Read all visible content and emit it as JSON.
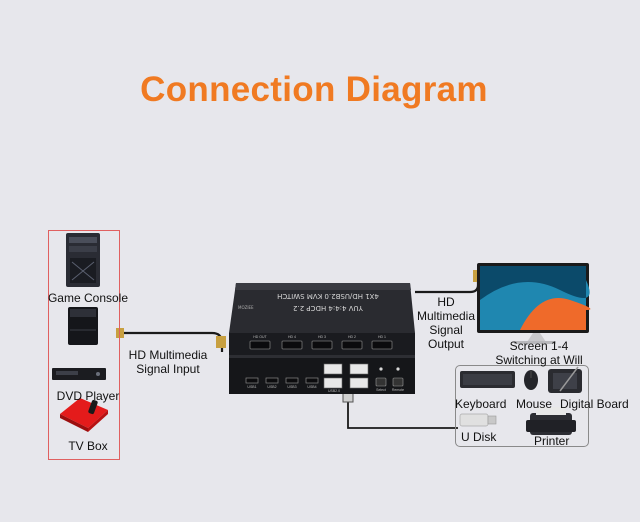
{
  "title": "Connection Diagram",
  "sources": {
    "game_console": "Game Console",
    "dvd_player": "DVD Player",
    "tv_box": "TV Box"
  },
  "input_label": [
    "HD Multimedia",
    "Signal Input"
  ],
  "output_label": [
    "HD",
    "Multimedia",
    "Signal",
    "Output"
  ],
  "monitor_label": [
    "Screen 1-4",
    "Switching at Will"
  ],
  "peripherals": {
    "keyboard": "Keyboard",
    "mouse": "Mouse",
    "digital_board": "Digital Board",
    "u_disk": "U Disk",
    "printer": "Printer"
  },
  "device": {
    "top_text": "4X1 HD/USB2.0 KVM SWITCH",
    "top_text2": "YUV 4:4:4  HDCP 2.2",
    "brand": "MOZIEE",
    "hdmi_ports": [
      "HD OUT",
      "HD 4",
      "HD 3",
      "HD 2",
      "HD 1"
    ],
    "usb_ports": [
      "USB1",
      "USB2",
      "USB3",
      "USB4"
    ],
    "front_labels": [
      "USB2.0",
      "Select",
      "Remote"
    ]
  },
  "colors": {
    "title": "#f07a22",
    "source_box": "#e06060",
    "peripheral_box": "#8a8a8a"
  }
}
